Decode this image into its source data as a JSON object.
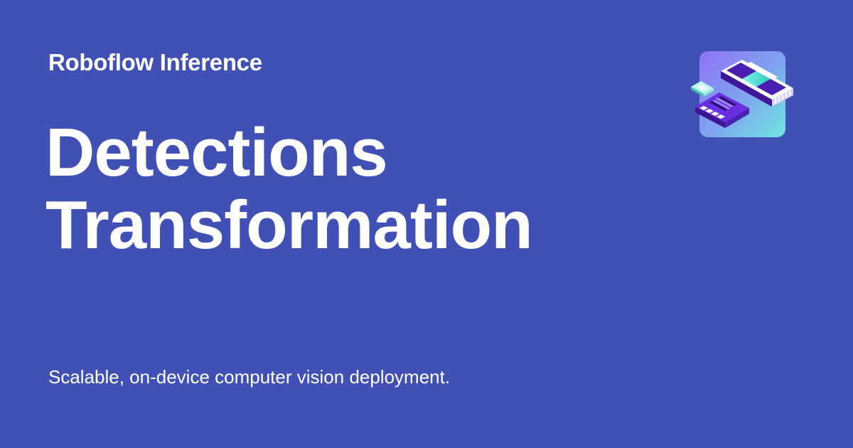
{
  "brand": {
    "name": "Roboflow Inference"
  },
  "hero": {
    "title_line_1": "Detections",
    "title_line_2": "Transformation"
  },
  "tagline": "Scalable, on-device computer vision deployment.",
  "logo": {
    "icon": "hardware-chip-illustration-icon"
  },
  "colors": {
    "background": "#4150b4",
    "text": "#ffffff",
    "logo_gradient_top": "#8f72f5",
    "logo_gradient_bottom": "#6fe8e0",
    "chip_purple": "#5a22c8",
    "accent_teal": "#4fe3d4"
  }
}
